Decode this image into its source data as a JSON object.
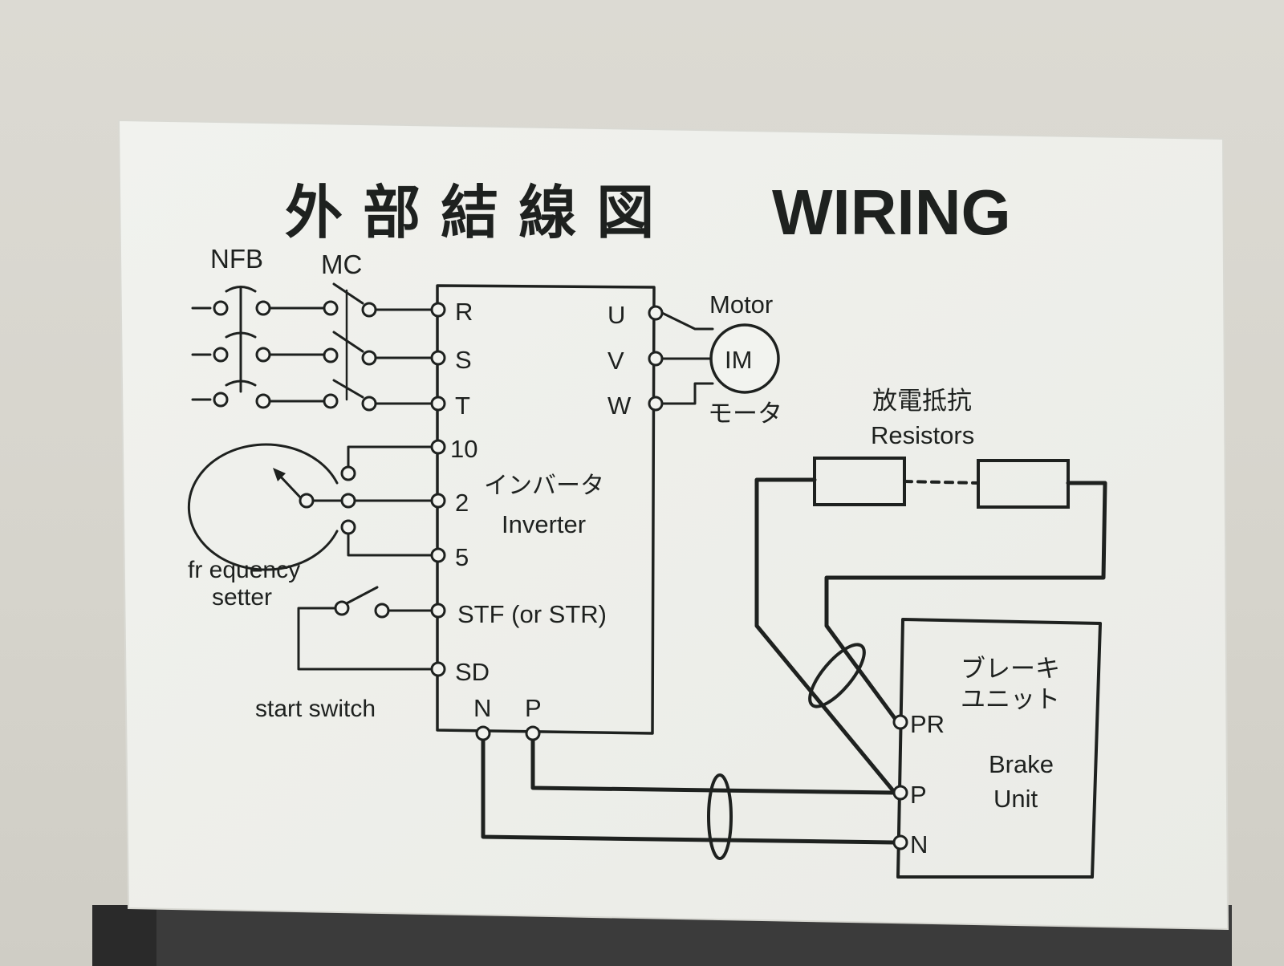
{
  "title": {
    "japanese": "外 部 結 線 図",
    "english": "WIRING"
  },
  "labels": {
    "nfb": "NFB",
    "mc": "MC",
    "motor_en": "Motor",
    "motor_jp": "モータ",
    "motor_symbol": "IM",
    "resistors_jp": "放電抵抗",
    "resistors_en": "Resistors",
    "inverter_jp": "インバータ",
    "inverter_en": "Inverter",
    "frequency_setter": [
      "fr equency",
      "setter"
    ],
    "start_switch": "start switch",
    "brake_unit_jp": [
      "ブレーキ",
      "ユニット"
    ],
    "brake_unit_en": [
      "Brake",
      "Unit"
    ]
  },
  "inverter_terminals": {
    "left": [
      "R",
      "S",
      "T",
      "10",
      "2",
      "5",
      "STF (or STR)",
      "SD"
    ],
    "right": [
      "U",
      "V",
      "W"
    ],
    "bottom": [
      "N",
      "P"
    ]
  },
  "brake_terminals": [
    "PR",
    "P",
    "N"
  ]
}
